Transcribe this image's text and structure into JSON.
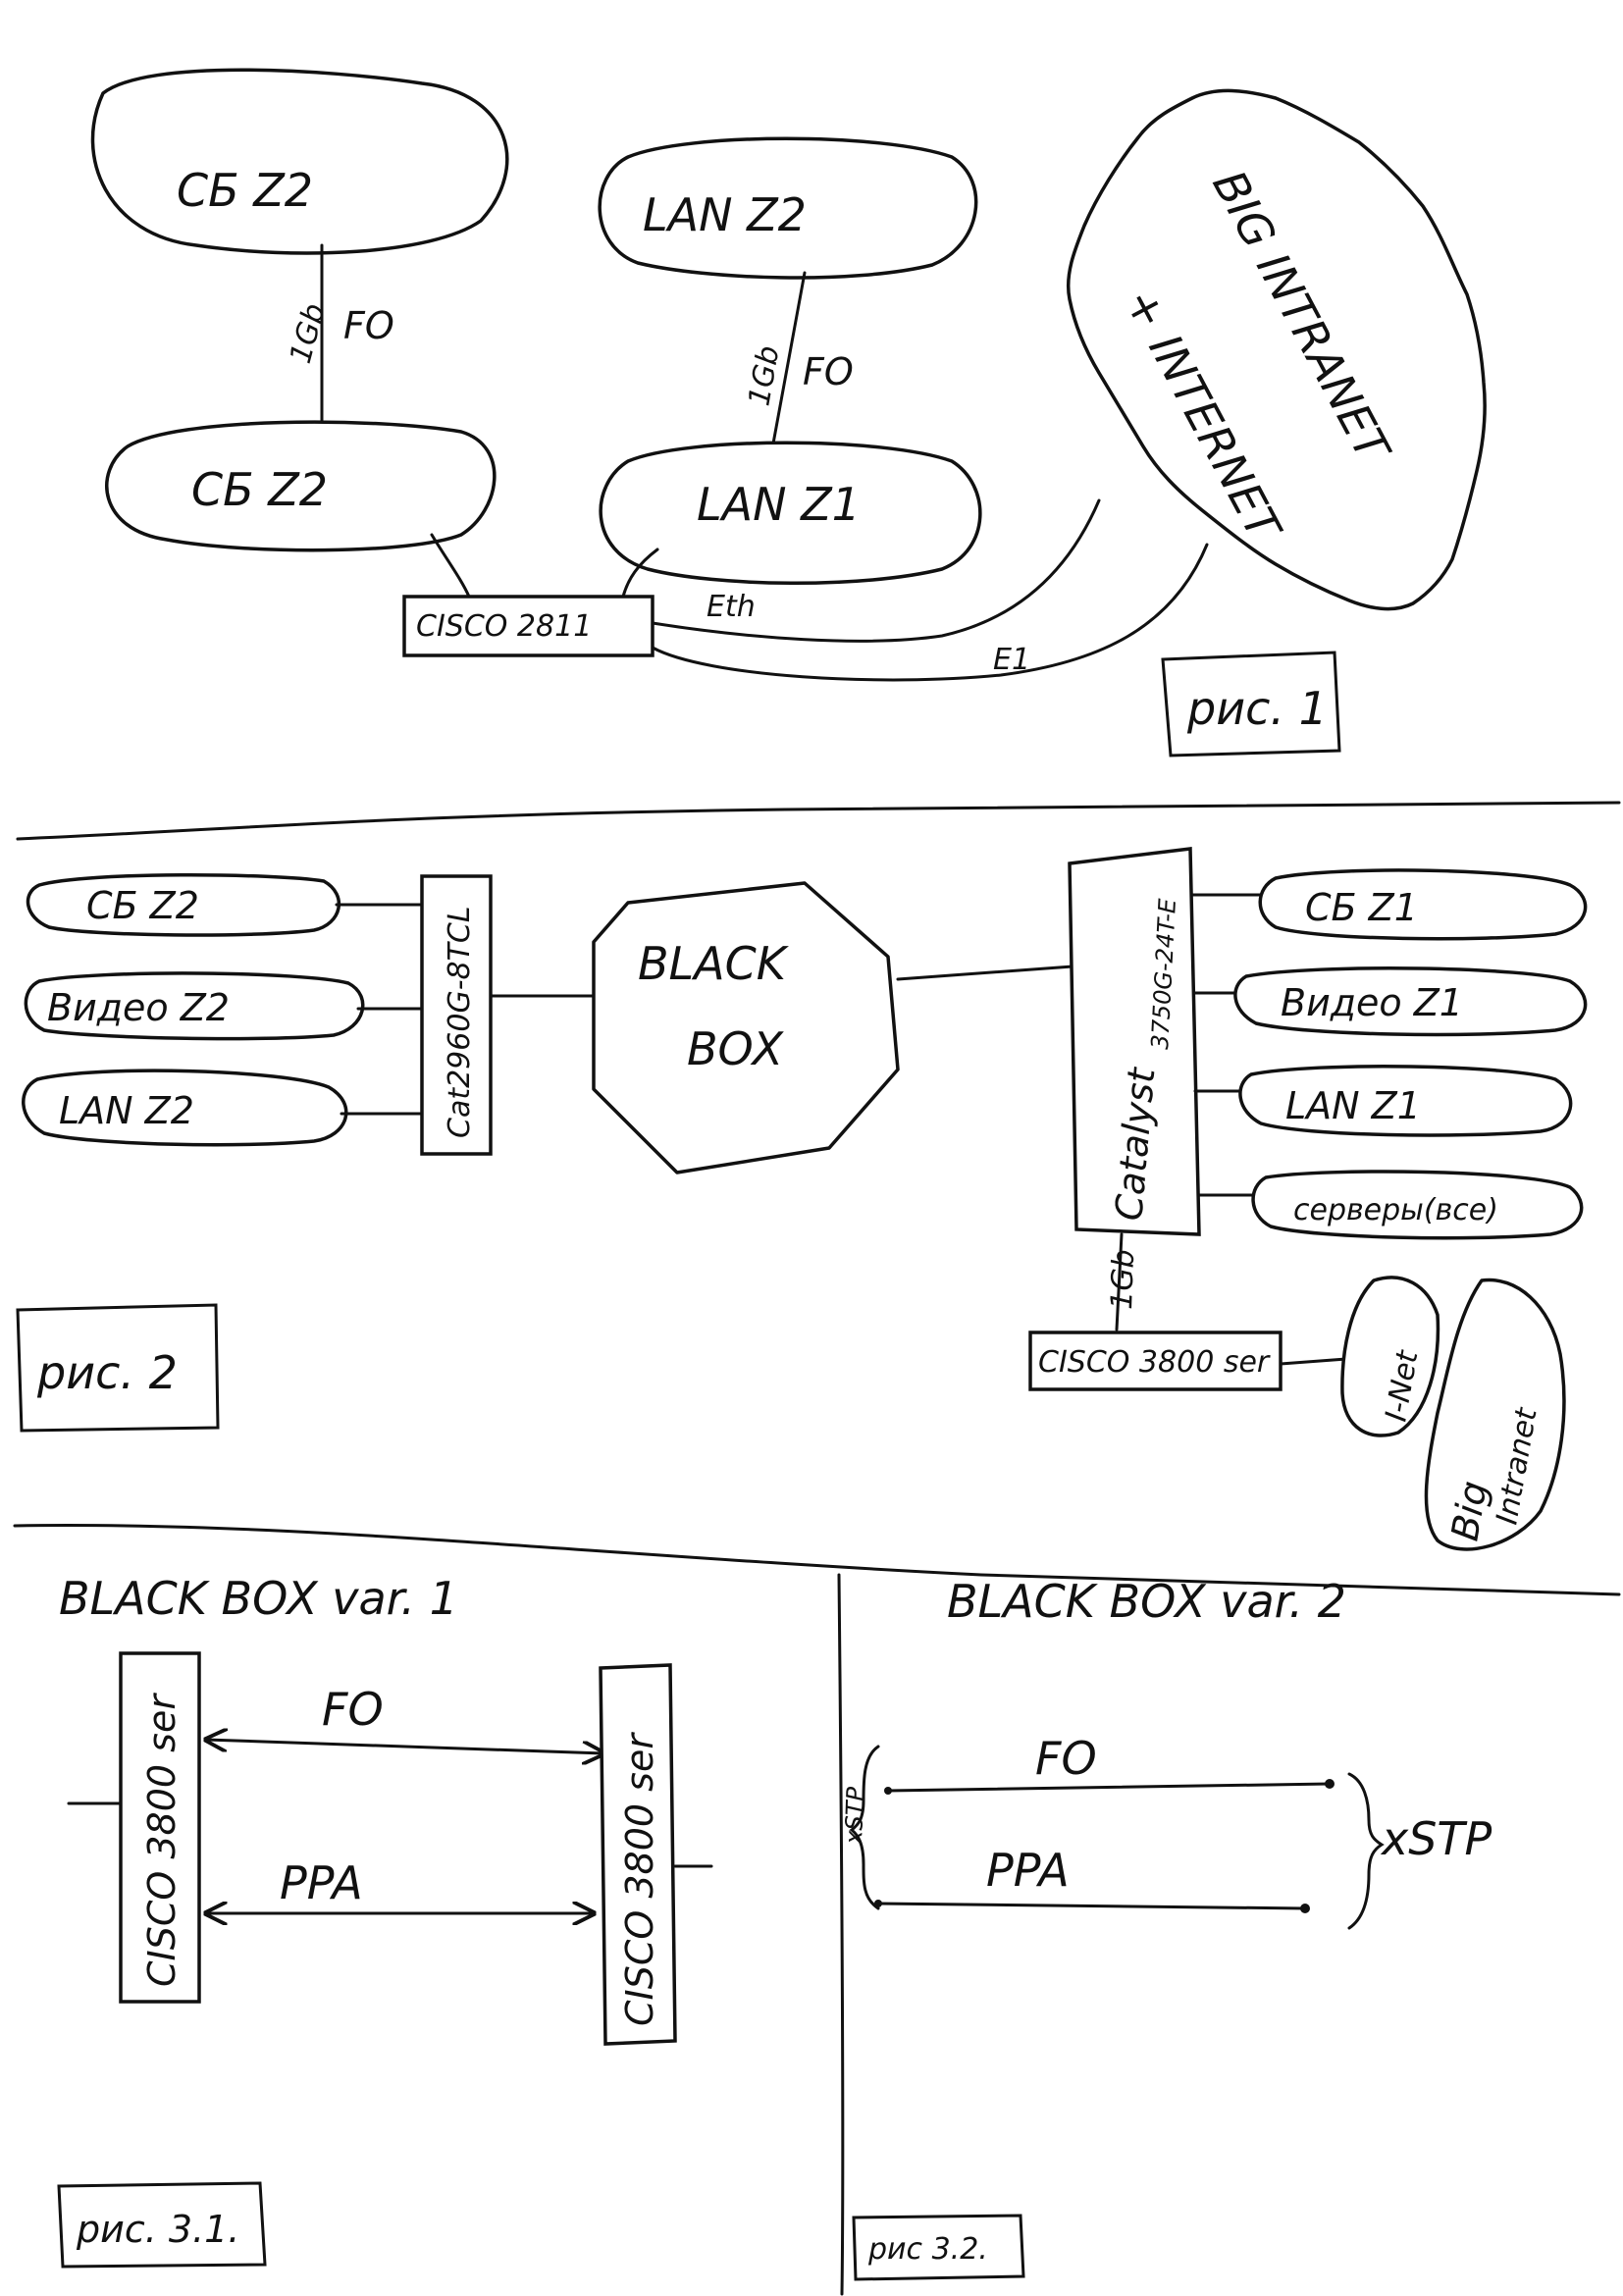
{
  "fig1": {
    "caption": "рис. 1",
    "nodes": {
      "sb_z2_top": "СБ Z2",
      "sb_z2_bottom": "СБ Z2",
      "lan_z2": "LAN Z2",
      "lan_z1": "LAN Z1",
      "big_intranet": "BIG INTRANET",
      "internet": "+ INTERNET",
      "router": "CISCO 2811"
    },
    "links": {
      "sb_speed": "1Gb",
      "sb_medium": "FO",
      "lan_speed": "1Gb",
      "lan_medium": "FO",
      "eth": "Eth",
      "e1": "E1"
    }
  },
  "fig2": {
    "caption": "рис. 2",
    "left_switch": "Cat2960G-8TCL",
    "left_nodes": [
      "СБ Z2",
      "Видео Z2",
      "LAN Z2"
    ],
    "black_box": [
      "BLACK",
      "BOX"
    ],
    "right_switch": [
      "Catalyst",
      "3750G-24T-E"
    ],
    "right_nodes": [
      "СБ Z1",
      "Видео Z1",
      "LAN Z1",
      "серверы(все)"
    ],
    "uplink_speed": "1Gb",
    "router": "CISCO 3800 ser",
    "inet": "I-Net",
    "big_intranet": [
      "Big",
      "Intranet"
    ]
  },
  "fig3_1": {
    "title": "BLACK BOX var. 1",
    "left_router": "CISCO 3800 ser",
    "right_router": "CISCO 3800 ser",
    "link_fo": "FO",
    "link_ppa": "PPA",
    "caption": "рис. 3.1."
  },
  "fig3_2": {
    "title": "BLACK BOX var. 2",
    "link_fo": "FO",
    "link_ppa": "PPA",
    "left_stp": "xSTP",
    "right_stp": "xSTP",
    "caption": "рис 3.2."
  }
}
